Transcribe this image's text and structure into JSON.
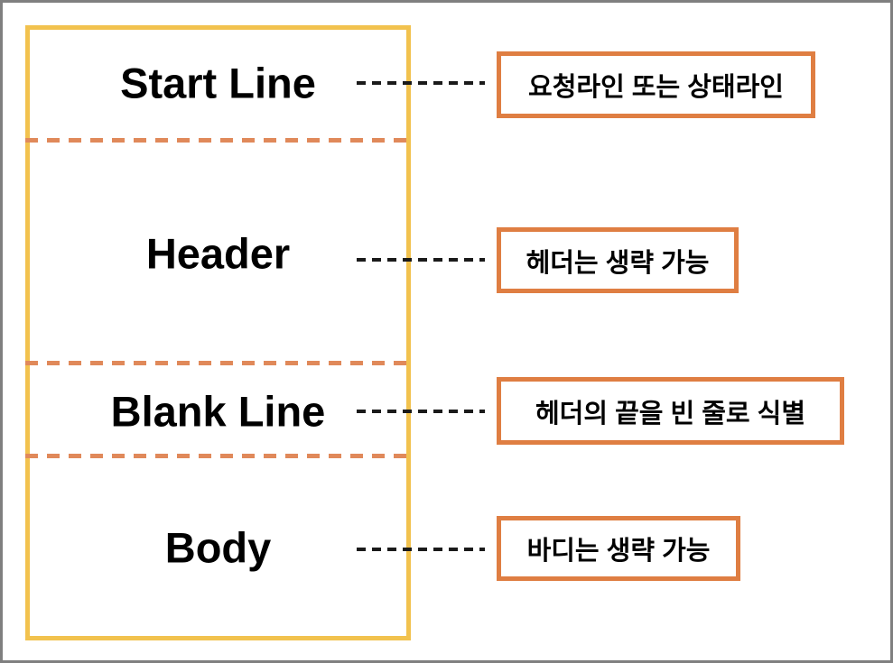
{
  "diagram": {
    "sections": [
      {
        "label": "Start Line",
        "note": "요청라인 또는 상태라인"
      },
      {
        "label": "Header",
        "note": "헤더는 생략 가능"
      },
      {
        "label": "Blank Line",
        "note": "헤더의 끝을 빈 줄로 식별"
      },
      {
        "label": "Body",
        "note": "바디는 생략 가능"
      }
    ],
    "colors": {
      "background": "#FFFFFF",
      "frame": "#7F7F7F",
      "main_box_border": "#F2C24E",
      "divider_dash": "#E0895A",
      "note_box_border": "#DF7E42",
      "connector_dash": "#1A1A1A",
      "text": "#000000"
    }
  }
}
